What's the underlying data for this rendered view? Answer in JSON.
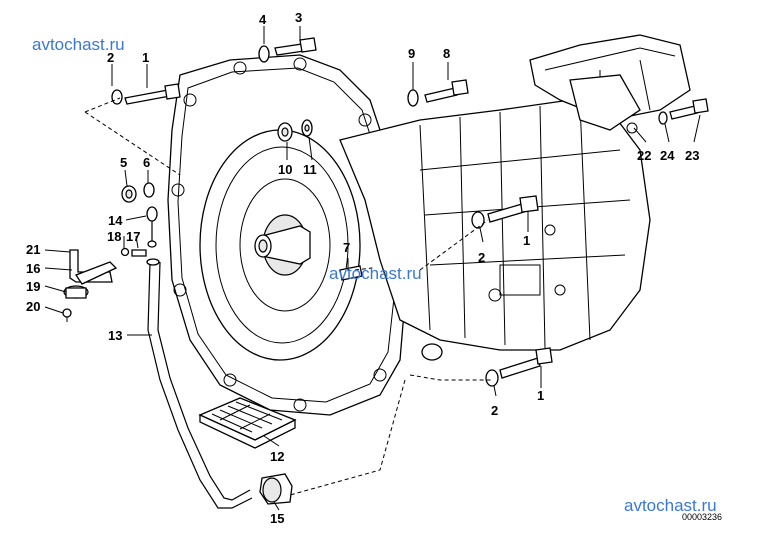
{
  "watermarks": [
    "avtochast.ru",
    "avtochast.ru",
    "avtochast.ru"
  ],
  "drawing_code": "00003236",
  "callouts": {
    "c1a": "1",
    "c1b": "1",
    "c1c": "1",
    "c2a": "2",
    "c2b": "2",
    "c2c": "2",
    "c3": "3",
    "c4": "4",
    "c5": "5",
    "c6": "6",
    "c7": "7",
    "c8": "8",
    "c9": "9",
    "c10": "10",
    "c11": "11",
    "c12": "12",
    "c13": "13",
    "c14": "14",
    "c15": "15",
    "c16": "16",
    "c17": "17",
    "c18": "18",
    "c19": "19",
    "c20": "20",
    "c21": "21",
    "c22": "22",
    "c23": "23",
    "c24": "24"
  }
}
